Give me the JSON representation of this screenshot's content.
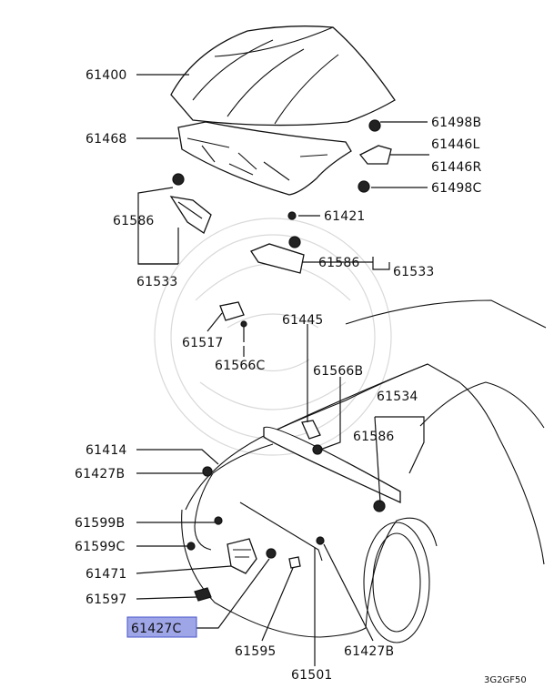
{
  "diagram": {
    "code": "3G2GF50",
    "highlighted": "61427C",
    "parts": [
      {
        "id": "61400",
        "label": "61400"
      },
      {
        "id": "61468",
        "label": "61468"
      },
      {
        "id": "61498B",
        "label": "61498B"
      },
      {
        "id": "61446L",
        "label": "61446L"
      },
      {
        "id": "61446R",
        "label": "61446R"
      },
      {
        "id": "61498C",
        "label": "61498C"
      },
      {
        "id": "61586a",
        "label": "61586"
      },
      {
        "id": "61533a",
        "label": "61533"
      },
      {
        "id": "61421",
        "label": "61421"
      },
      {
        "id": "61586b",
        "label": "61586"
      },
      {
        "id": "61533b",
        "label": "61533"
      },
      {
        "id": "61517",
        "label": "61517"
      },
      {
        "id": "61566Ca",
        "label": "61566C"
      },
      {
        "id": "61445",
        "label": "61445"
      },
      {
        "id": "61566B",
        "label": "61566B"
      },
      {
        "id": "61534",
        "label": "61534"
      },
      {
        "id": "61586c",
        "label": "61586"
      },
      {
        "id": "61414",
        "label": "61414"
      },
      {
        "id": "61427Ba",
        "label": "61427B"
      },
      {
        "id": "61599B",
        "label": "61599B"
      },
      {
        "id": "61599C",
        "label": "61599C"
      },
      {
        "id": "61471",
        "label": "61471"
      },
      {
        "id": "61597",
        "label": "61597"
      },
      {
        "id": "61427C",
        "label": "61427C"
      },
      {
        "id": "61595",
        "label": "61595"
      },
      {
        "id": "61501",
        "label": "61501"
      },
      {
        "id": "61427Bb",
        "label": "61427B"
      }
    ]
  }
}
